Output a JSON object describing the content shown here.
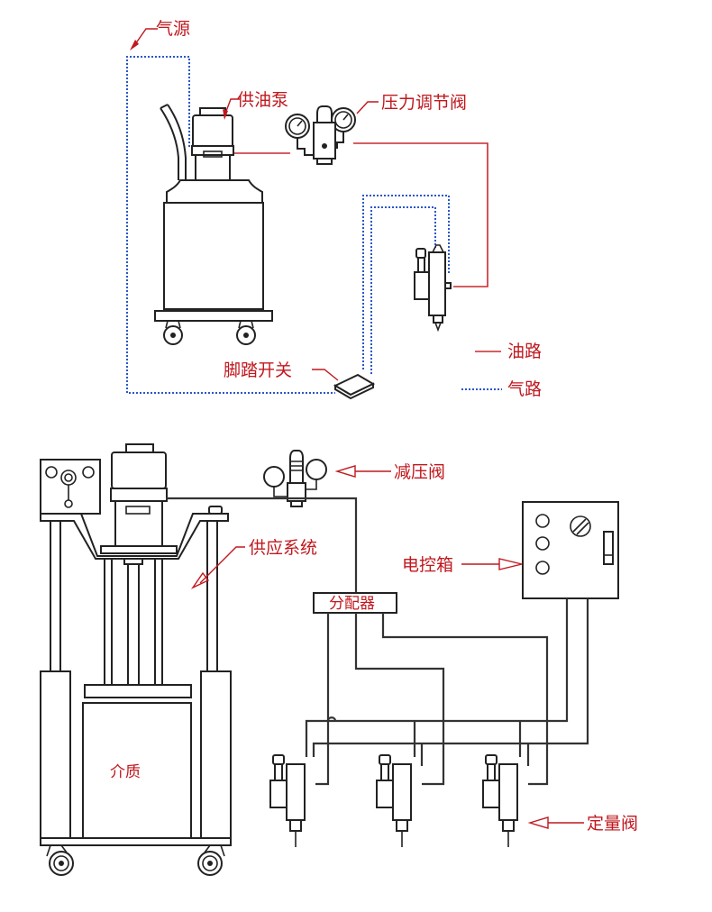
{
  "diagram_top": {
    "title": "供油系统示意图",
    "labels": {
      "air_source": "气源",
      "oil_pump": "供油泵",
      "pressure_regulator": "压力调节阀",
      "foot_switch": "脚踏开关"
    },
    "legend": [
      {
        "line_style": "solid",
        "color": "#c8282e",
        "label": "油路"
      },
      {
        "line_style": "dotted",
        "color": "#2a56c8",
        "label": "气路"
      }
    ]
  },
  "diagram_bottom": {
    "labels": {
      "reducing_valve": "减压阀",
      "supply_system": "供应系统",
      "control_box": "电控箱",
      "distributor": "分配器",
      "medium": "介质",
      "metering_valve": "定量阀"
    },
    "metering_valve_count": 3
  },
  "colors": {
    "label_red": "#c0181e",
    "oil_line": "#c8282e",
    "air_line": "#2a56c8",
    "drawing": "#222222"
  }
}
